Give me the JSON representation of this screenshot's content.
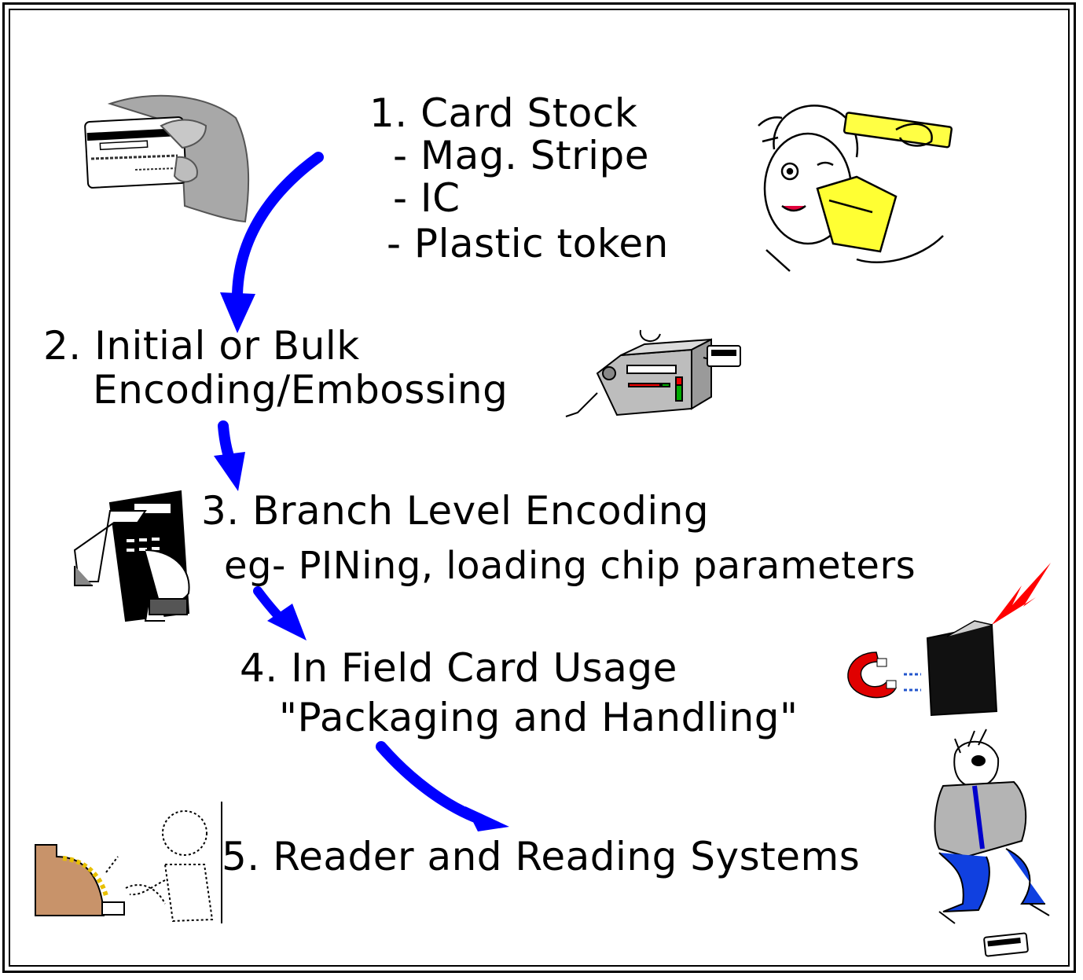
{
  "steps": {
    "s1": {
      "title": "1. Card Stock",
      "items": [
        "- Mag. Stripe",
        "- IC",
        "- Plastic token"
      ]
    },
    "s2": {
      "line1": "2. Initial or Bulk",
      "line2": "Encoding/Embossing"
    },
    "s3": {
      "line1": "3. Branch Level Encoding",
      "line2": "eg- PINing, loading chip parameters"
    },
    "s4": {
      "line1": "4. In Field Card Usage",
      "line2": "\"Packaging and Handling\""
    },
    "s5": {
      "line1": "5. Reader and Reading Systems"
    }
  },
  "colors": {
    "arrow": "#0000ff",
    "frame": "#000000",
    "lightning": "#ff0000",
    "magnet": "#e00000"
  }
}
